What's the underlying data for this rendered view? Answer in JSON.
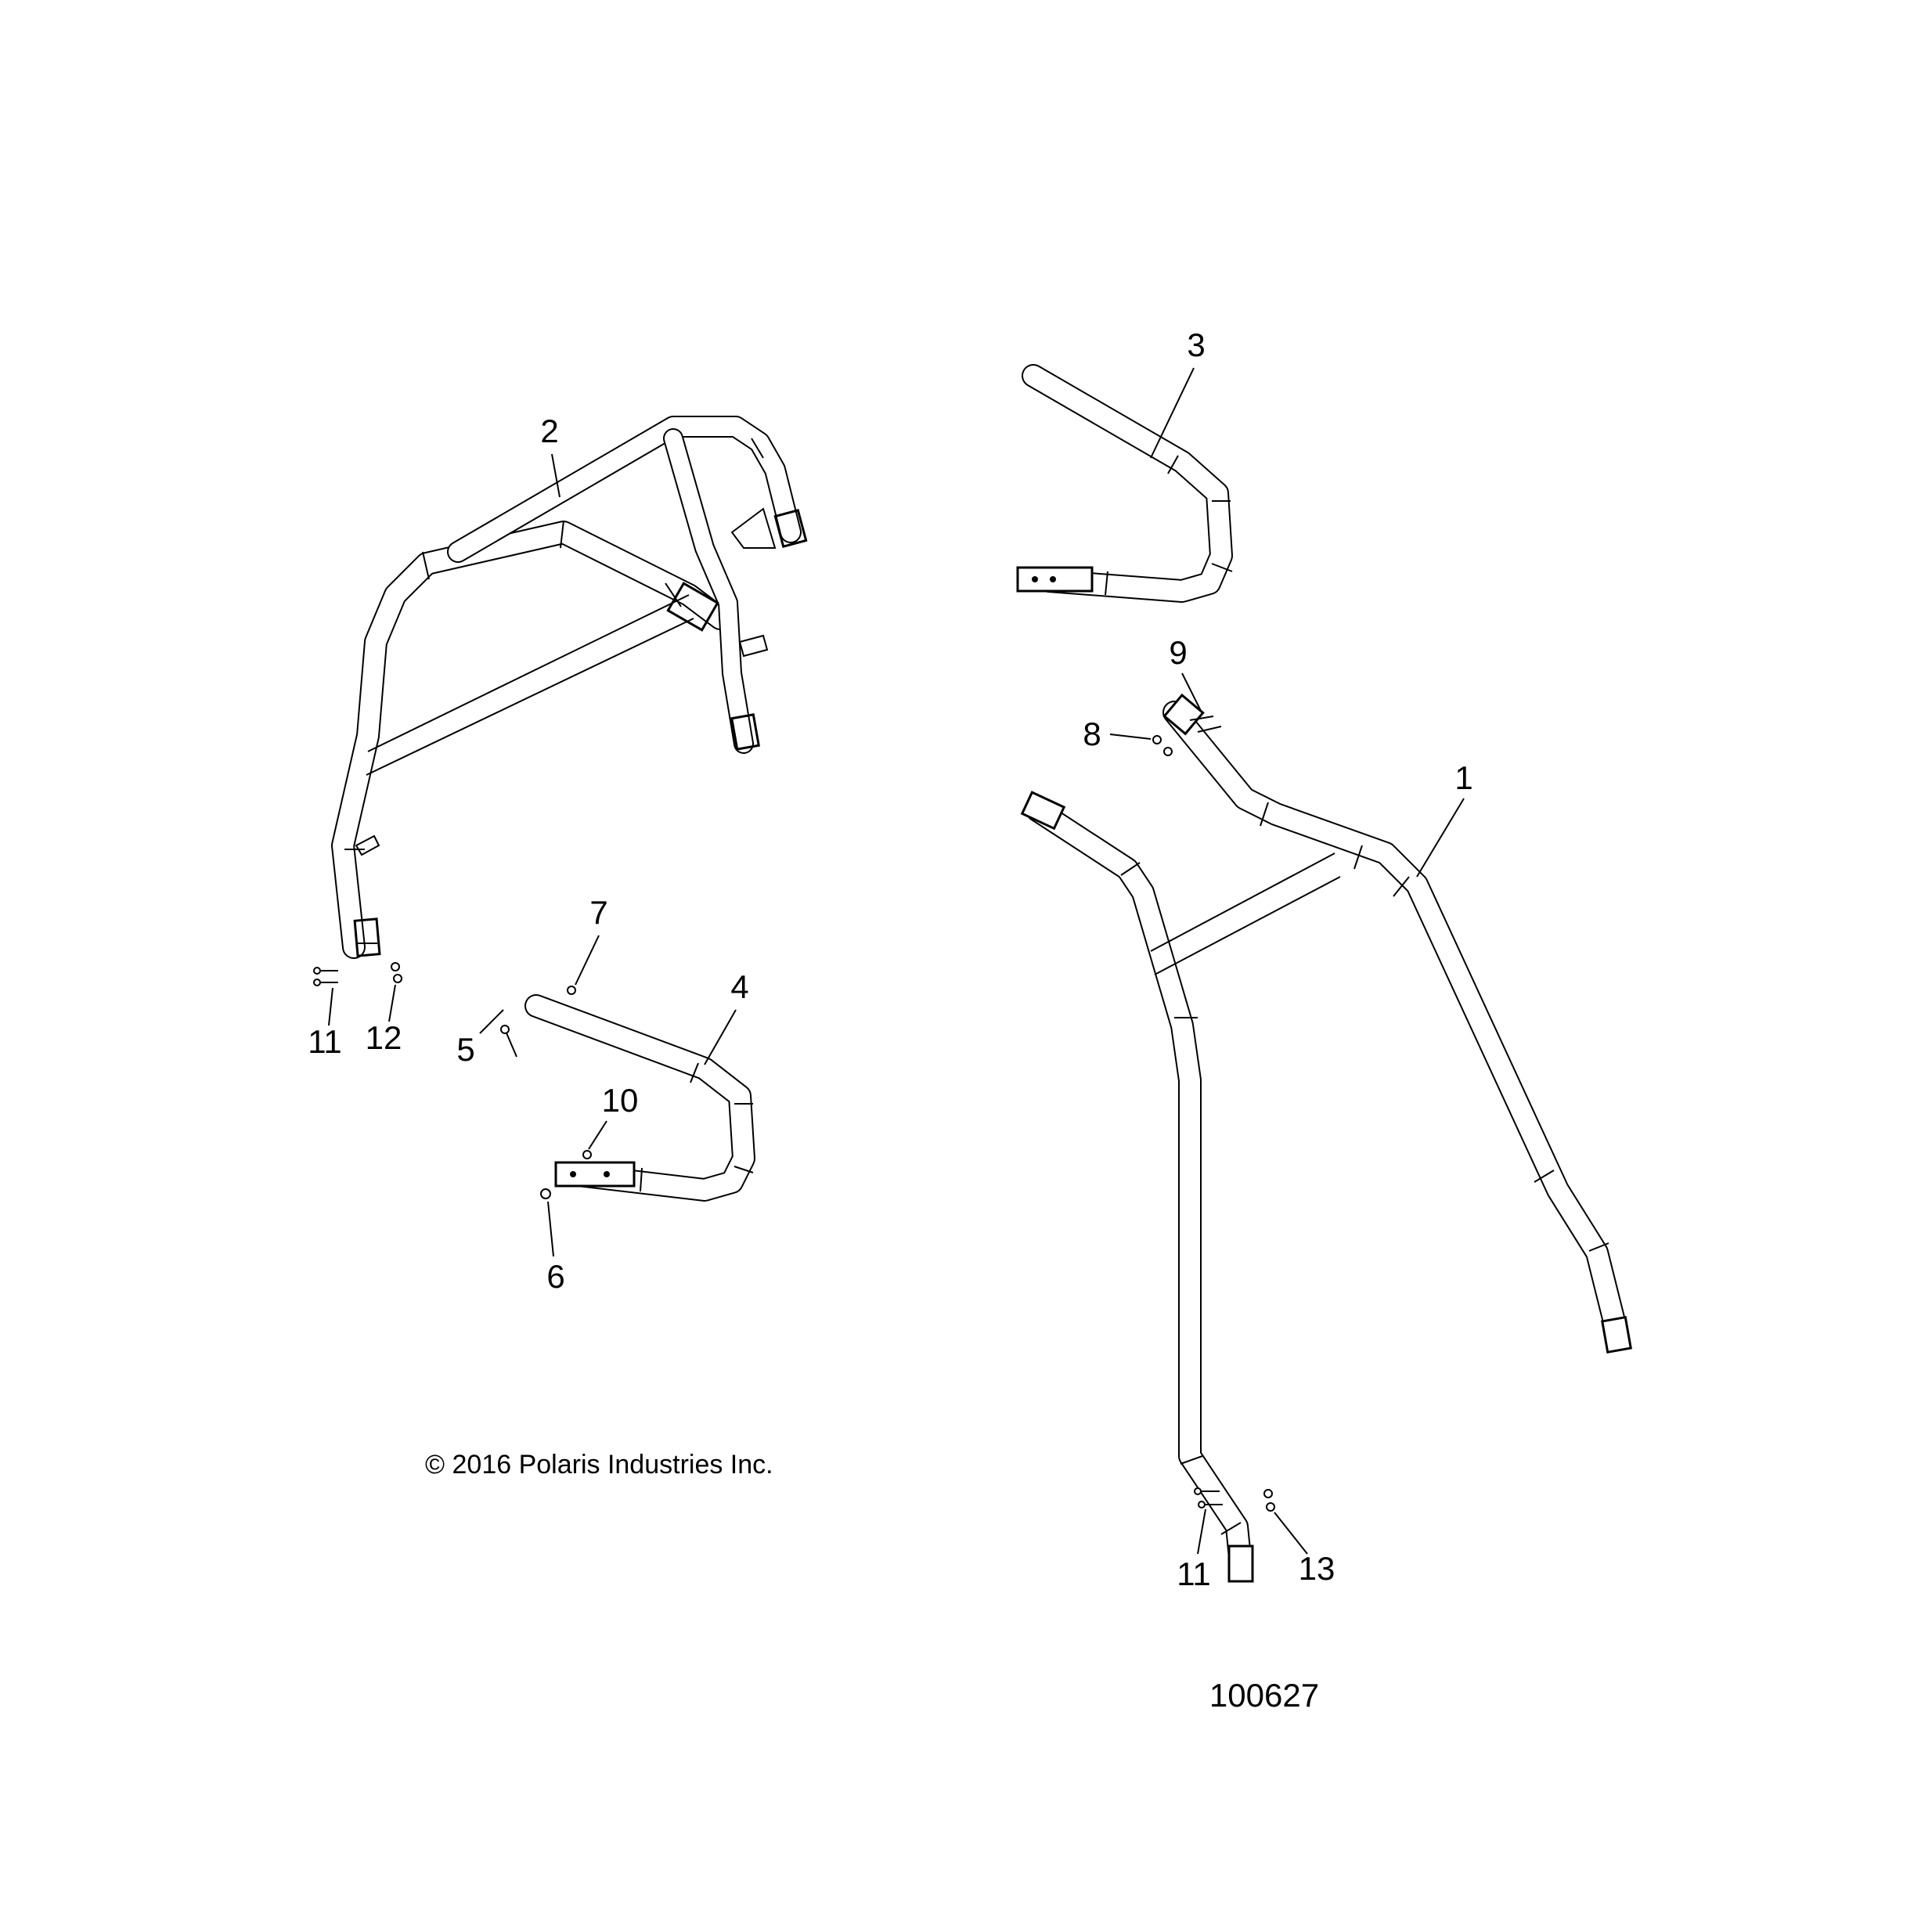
{
  "callouts": {
    "c1": "1",
    "c2": "2",
    "c3": "3",
    "c4": "4",
    "c5": "5",
    "c6": "6",
    "c7": "7",
    "c8": "8",
    "c9": "9",
    "c10": "10",
    "c11a": "11",
    "c11b": "11",
    "c12": "12",
    "c13": "13"
  },
  "copyright": "© 2016 Polaris Industries Inc.",
  "part_number": "100627"
}
